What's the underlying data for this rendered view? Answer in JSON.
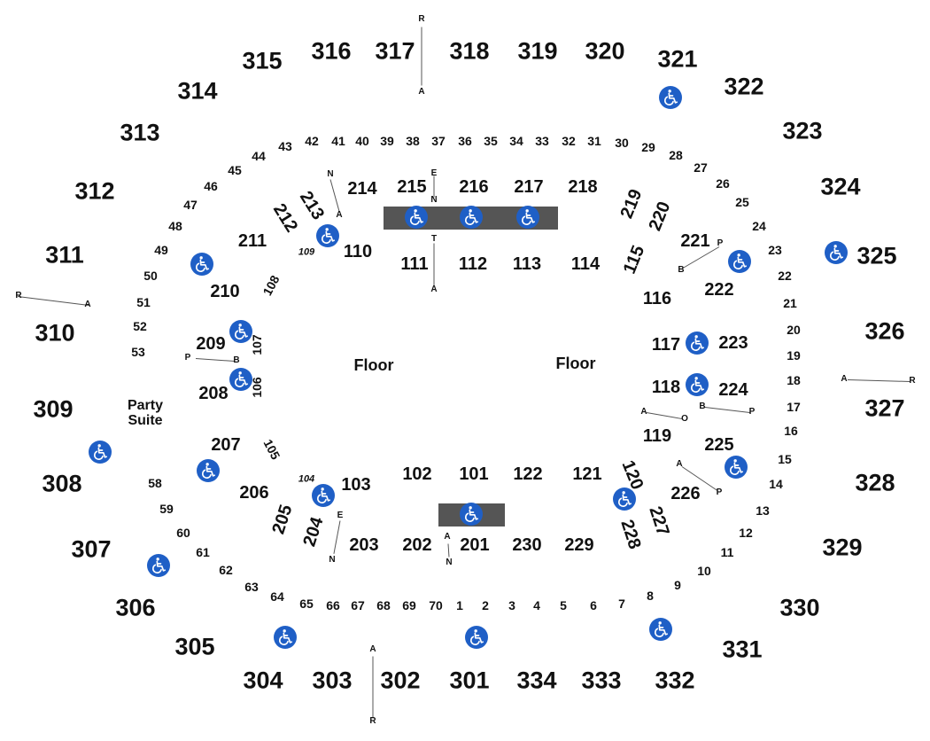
{
  "venue": {
    "floor_label": "Floor",
    "party_suite_label": "Party Suite",
    "icon": "wheelchair-accessible-icon",
    "ada_color": "#1f5fc6",
    "bar_color": "#555555"
  },
  "sections_300": [
    "301",
    "302",
    "303",
    "304",
    "305",
    "306",
    "307",
    "308",
    "309",
    "310",
    "311",
    "312",
    "313",
    "314",
    "315",
    "316",
    "317",
    "318",
    "319",
    "320",
    "321",
    "322",
    "323",
    "324",
    "325",
    "326",
    "327",
    "328",
    "329",
    "330",
    "331",
    "332",
    "333",
    "334"
  ],
  "sections_200": [
    "201",
    "202",
    "203",
    "204",
    "205",
    "206",
    "207",
    "208",
    "209",
    "210",
    "211",
    "212",
    "213",
    "214",
    "215",
    "216",
    "217",
    "218",
    "219",
    "220",
    "221",
    "222",
    "223",
    "224",
    "225",
    "226",
    "227",
    "228",
    "229",
    "230"
  ],
  "sections_100": [
    "101",
    "102",
    "103",
    "104",
    "105",
    "106",
    "107",
    "108",
    "109",
    "110",
    "111",
    "112",
    "113",
    "114",
    "115",
    "116",
    "117",
    "118",
    "119",
    "120",
    "121",
    "122"
  ],
  "rows": [
    "1",
    "2",
    "3",
    "4",
    "5",
    "6",
    "7",
    "8",
    "9",
    "10",
    "11",
    "12",
    "13",
    "14",
    "15",
    "16",
    "17",
    "18",
    "19",
    "20",
    "21",
    "22",
    "23",
    "24",
    "25",
    "26",
    "27",
    "28",
    "29",
    "30",
    "31",
    "32",
    "33",
    "34",
    "35",
    "36",
    "37",
    "38",
    "39",
    "40",
    "41",
    "42",
    "43",
    "44",
    "45",
    "46",
    "47",
    "48",
    "49",
    "50",
    "51",
    "52",
    "53",
    "58",
    "59",
    "60",
    "61",
    "62",
    "63",
    "64",
    "65",
    "66",
    "67",
    "68",
    "69",
    "70"
  ],
  "aisle_letters": [
    "R",
    "A",
    "N",
    "A",
    "N",
    "E",
    "T",
    "A",
    "R",
    "A",
    "P",
    "B",
    "P",
    "B",
    "A",
    "O",
    "B",
    "P",
    "A",
    "P",
    "A",
    "R",
    "A",
    "N",
    "E",
    "N",
    "A",
    "R"
  ]
}
